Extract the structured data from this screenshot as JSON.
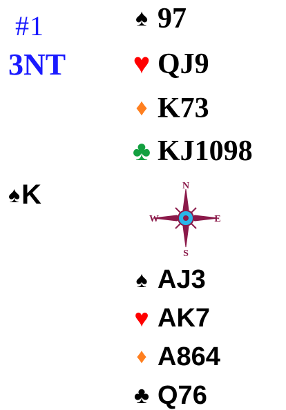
{
  "board": "#1",
  "contract": "3NT",
  "opening_lead": {
    "suit_icon": "spade-icon",
    "suit_glyph": "♠",
    "card": "K"
  },
  "north": [
    {
      "suit_icon": "spade-icon",
      "glyph": "♠",
      "cards": "97",
      "color": "#000000"
    },
    {
      "suit_icon": "heart-icon",
      "glyph": "♥",
      "cards": "QJ9",
      "color": "#ff0000"
    },
    {
      "suit_icon": "diamond-icon",
      "glyph": "♦",
      "cards": "K73",
      "color": "#ff7f1f"
    },
    {
      "suit_icon": "club-icon",
      "glyph": "♣",
      "cards": "KJ1098",
      "color": "#13a040"
    }
  ],
  "south": [
    {
      "suit_icon": "spade-icon",
      "glyph": "♠",
      "cards": "AJ3",
      "color": "#000000"
    },
    {
      "suit_icon": "heart-icon",
      "glyph": "♥",
      "cards": "AK7",
      "color": "#ff0000"
    },
    {
      "suit_icon": "diamond-icon",
      "glyph": "♦",
      "cards": "A864",
      "color": "#ff7f1f"
    },
    {
      "suit_icon": "club-icon",
      "glyph": "♣",
      "cards": "Q76",
      "color": "#000000"
    }
  ],
  "compass": {
    "icon": "compass-rose-icon",
    "n": "N",
    "e": "E",
    "s": "S",
    "w": "W",
    "color": "#8b1a4a",
    "center_color": "#29b6e8"
  }
}
